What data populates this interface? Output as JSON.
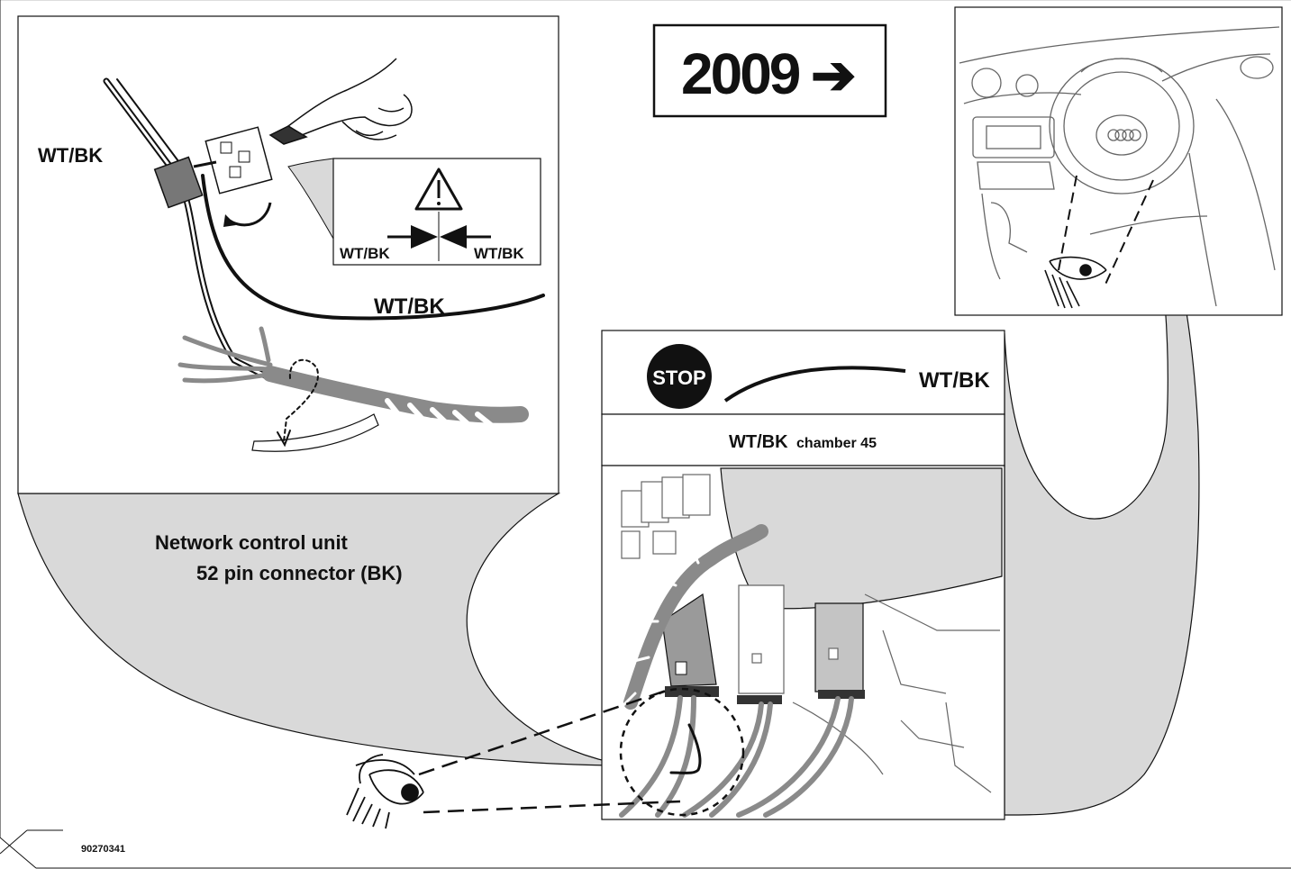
{
  "year_badge": {
    "text": "2009",
    "arrow": "➔"
  },
  "wire_labels": {
    "top_left": "WT/BK",
    "warning_left": "WT/BK",
    "warning_right": "WT/BK",
    "curve": "WT/BK"
  },
  "stop_panel": {
    "stop_text": "STOP",
    "wire_label": "WT/BK",
    "chamber_color": "WT/BK",
    "chamber_text": "chamber 45"
  },
  "callout": {
    "line1": "Network control unit",
    "line2": "52 pin connector (BK)"
  },
  "part_number": "90270341",
  "icons": [
    "warning-triangle-icon",
    "stop-sign-icon",
    "eye-icon",
    "hand-icon"
  ],
  "colors": {
    "line": "#111111",
    "callout_fill": "#d9d9d9",
    "connector_grey": "#9a9a9a"
  }
}
